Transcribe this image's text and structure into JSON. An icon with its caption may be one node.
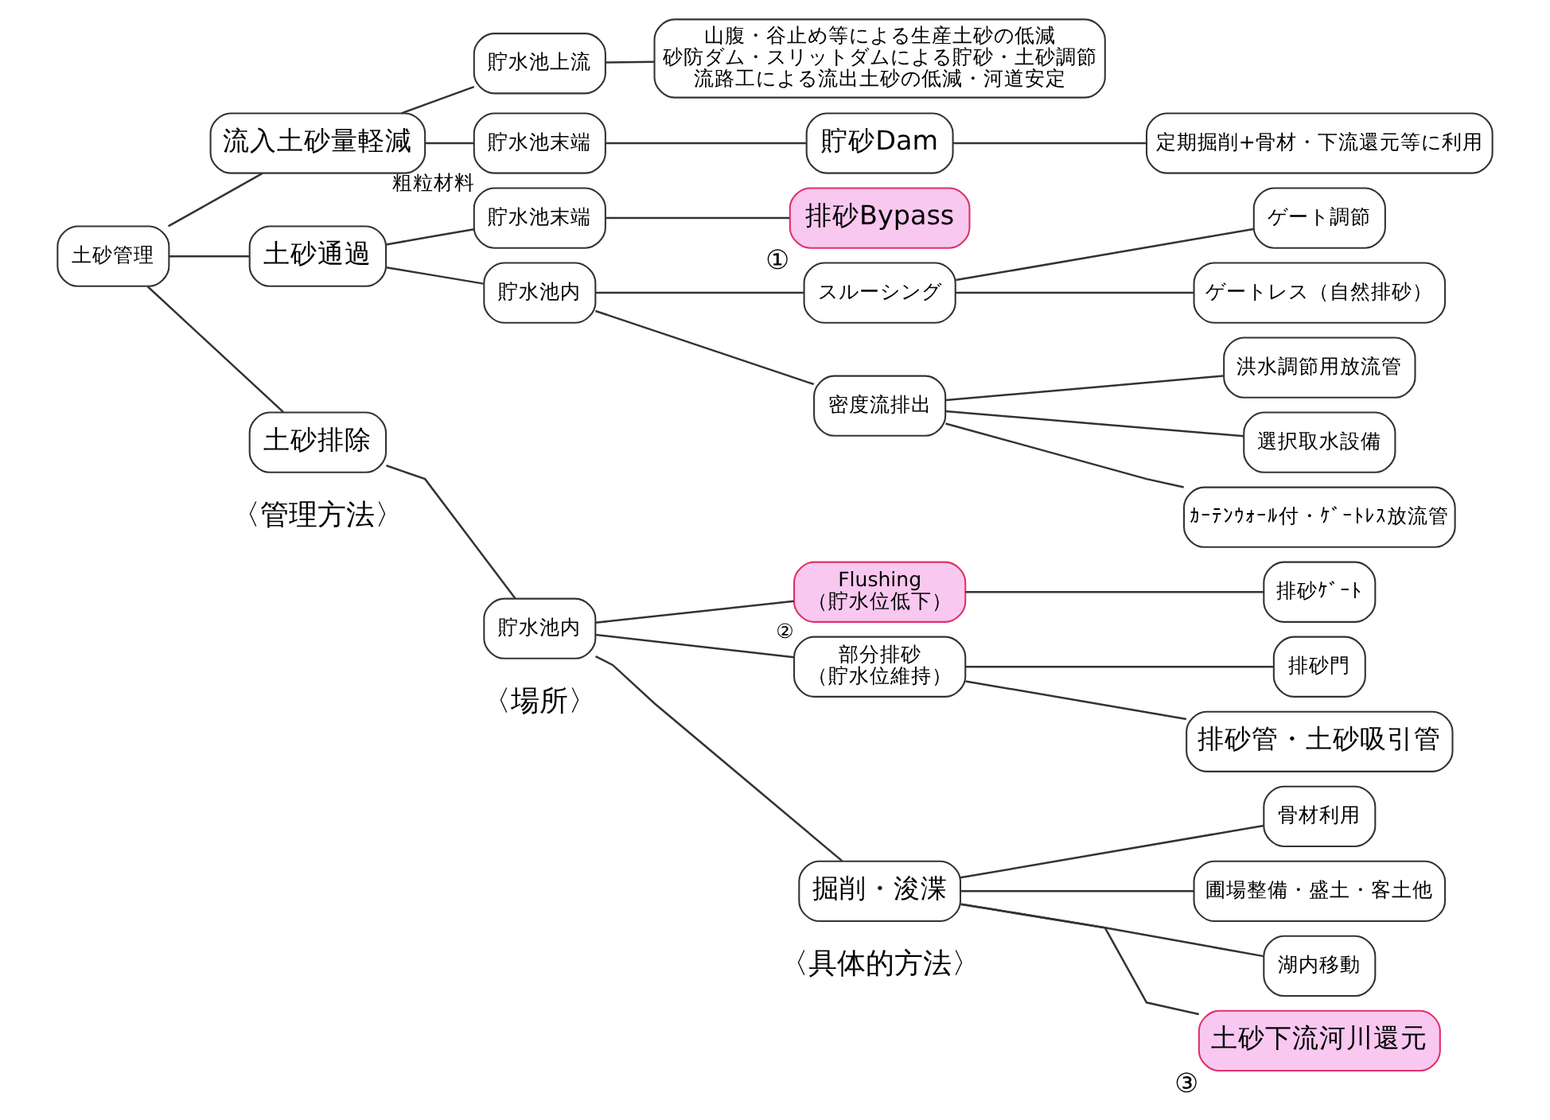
{
  "diagram": {
    "nodes": [
      {
        "text": [
          "土砂管理"
        ]
      },
      {
        "text": [
          "流入土砂量軽減"
        ]
      },
      {
        "text": [
          "土砂通過"
        ]
      },
      {
        "text": [
          "土砂排除"
        ]
      },
      {
        "text": [
          "貯水池上流"
        ]
      },
      {
        "text": [
          "貯水池末端"
        ],
        "beside": [
          "粗粒材料"
        ]
      },
      {
        "text": [
          "山腹・谷止め等による生産土砂の低減",
          "砂防ダム・スリットダムによる貯砂・土砂調節",
          "流路工による流出土砂の低減・河道安定"
        ]
      },
      {
        "text": [
          "貯砂Dam"
        ]
      },
      {
        "text": [
          "定期掘削+骨材・下流還元等に利用"
        ]
      },
      {
        "text": [
          "貯水池末端"
        ]
      },
      {
        "text": [
          "排砂Bypass"
        ],
        "beside": [
          "①"
        ]
      },
      {
        "text": [
          "貯水池内"
        ]
      },
      {
        "text": [
          "スルーシング"
        ]
      },
      {
        "text": [
          "ゲート調節"
        ]
      },
      {
        "text": [
          "ゲートレス（自然排砂）"
        ]
      },
      {
        "text": [
          "密度流排出"
        ]
      },
      {
        "text": [
          "洪水調節用放流管"
        ]
      },
      {
        "text": [
          "選択取水設備"
        ]
      },
      {
        "text": [
          "ｶｰﾃﾝｳｫｰﾙ付・ｹﾞｰﾄﾚｽ放流管"
        ]
      },
      {
        "text": [
          "貯水池内"
        ]
      },
      {
        "text": [
          "Flushing",
          "（貯水位低下）"
        ],
        "beside": [
          "②"
        ]
      },
      {
        "text": [
          "部分排砂",
          "（貯水位維持）"
        ]
      },
      {
        "text": [
          "掘削・浚渫"
        ]
      },
      {
        "text": [
          "排砂ｹﾞｰﾄ"
        ]
      },
      {
        "text": [
          "排砂門"
        ]
      },
      {
        "text": [
          "排砂管・土砂吸引管"
        ]
      },
      {
        "text": [
          "骨材利用"
        ]
      },
      {
        "text": [
          "圃場整備・盛土・客土他"
        ]
      },
      {
        "text": [
          "湖内移動"
        ]
      },
      {
        "text": [
          "土砂下流河川還元"
        ],
        "beside": [
          "③"
        ]
      }
    ],
    "edges": [
      {
        "from": 0,
        "to": 1,
        "arrow": "none"
      },
      {
        "from": 0,
        "to": 2,
        "arrow": "none"
      },
      {
        "from": 0,
        "to": 3,
        "arrow": "none"
      },
      {
        "from": 1,
        "to": 4,
        "arrow": "none"
      },
      {
        "from": 1,
        "to": 5,
        "arrow": "none"
      },
      {
        "from": 4,
        "to": 6,
        "arrow": "none"
      },
      {
        "from": 5,
        "to": 7,
        "arrow": "none"
      },
      {
        "from": 7,
        "to": 8,
        "arrow": "none"
      },
      {
        "from": 2,
        "to": 9,
        "arrow": "none"
      },
      {
        "from": 2,
        "to": 11,
        "arrow": "none"
      },
      {
        "from": 9,
        "to": 10,
        "arrow": "none"
      },
      {
        "from": 11,
        "to": 12,
        "arrow": "none"
      },
      {
        "from": 11,
        "to": 15,
        "arrow": "none"
      },
      {
        "from": 12,
        "to": 13,
        "arrow": "none"
      },
      {
        "from": 12,
        "to": 14,
        "arrow": "none"
      },
      {
        "from": 15,
        "to": 16,
        "arrow": "none"
      },
      {
        "from": 15,
        "to": 17,
        "arrow": "none"
      },
      {
        "from": 15,
        "to": 18,
        "arrow": "none"
      },
      {
        "from": 3,
        "to": 19,
        "arrow": "none"
      },
      {
        "from": 19,
        "to": 20,
        "arrow": "none"
      },
      {
        "from": 19,
        "to": 21,
        "arrow": "none"
      },
      {
        "from": 19,
        "to": 22,
        "arrow": "none"
      },
      {
        "from": 20,
        "to": 23,
        "arrow": "none"
      },
      {
        "from": 21,
        "to": 24,
        "arrow": "none"
      },
      {
        "from": 21,
        "to": 25,
        "arrow": "none"
      },
      {
        "from": 22,
        "to": 26,
        "arrow": "none"
      },
      {
        "from": 22,
        "to": 27,
        "arrow": "none"
      },
      {
        "from": 22,
        "to": 28,
        "arrow": "none"
      },
      {
        "from": 22,
        "to": 29,
        "arrow": "none"
      }
    ],
    "labels": [
      "〈管理方法〉",
      "〈場所〉",
      "〈具体的方法〉"
    ]
  }
}
